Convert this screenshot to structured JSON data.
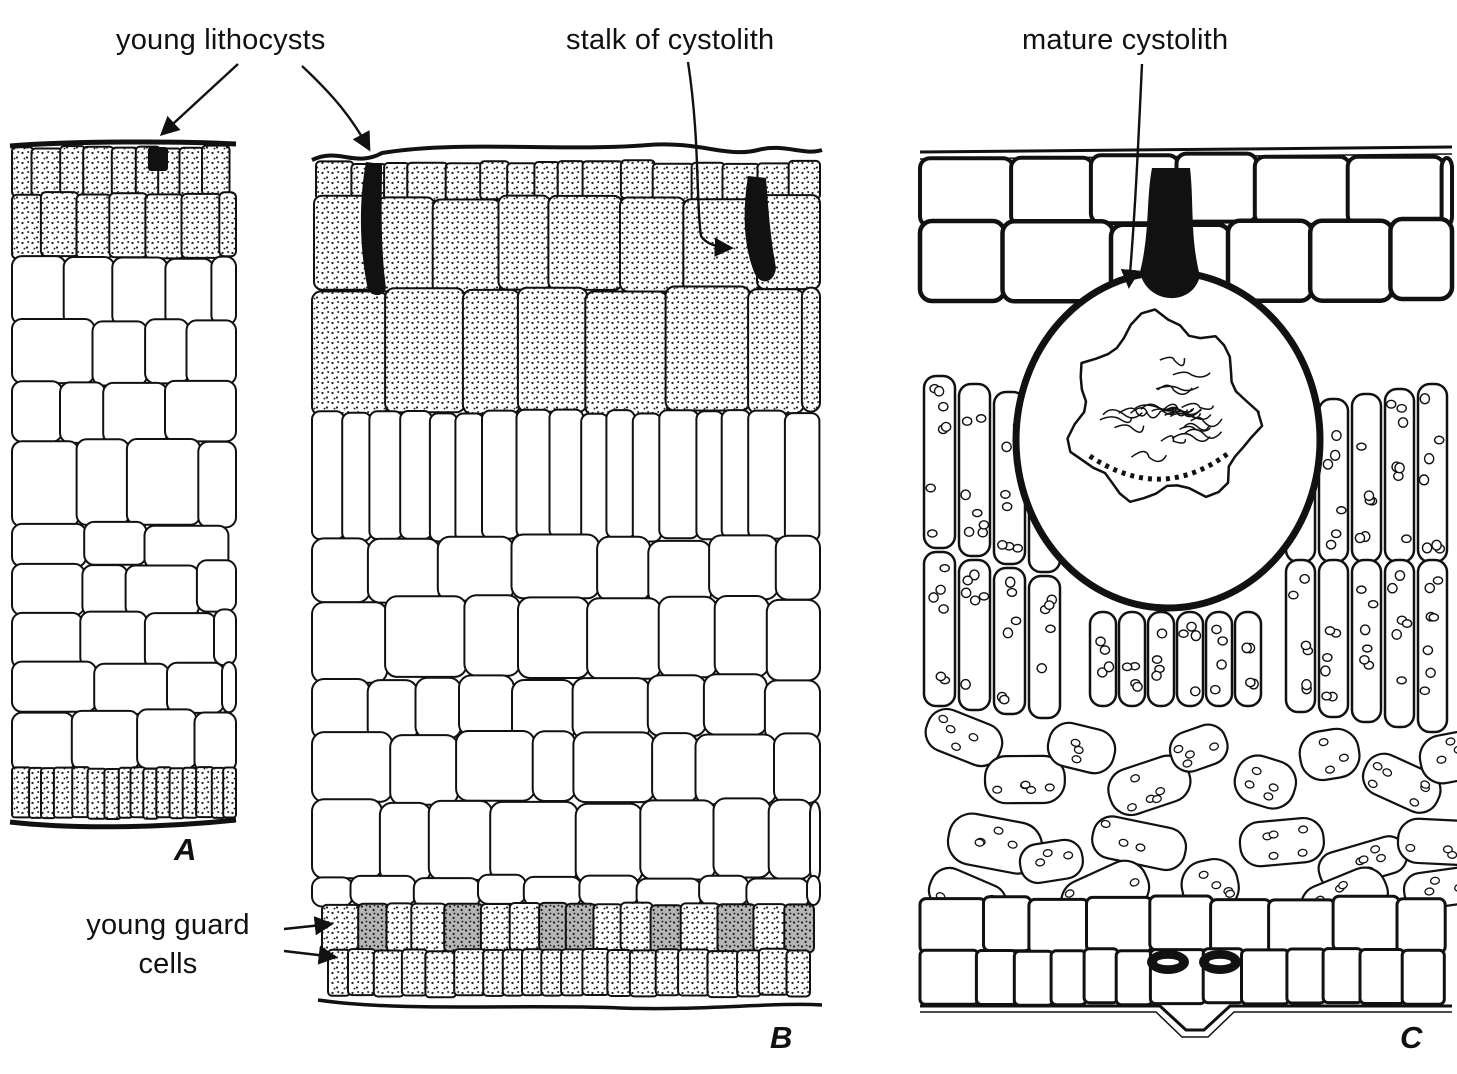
{
  "figure": {
    "background_color": "#ffffff",
    "ink_color": "#111111"
  },
  "labels": {
    "young_lithocysts": "young lithocysts",
    "stalk_of_cystolith": "stalk of cystolith",
    "mature_cystolith": "mature cystolith",
    "young_guard_cells": [
      "young guard",
      "cells"
    ]
  },
  "panel_labels": {
    "a": "A",
    "b": "B",
    "c": "C"
  }
}
